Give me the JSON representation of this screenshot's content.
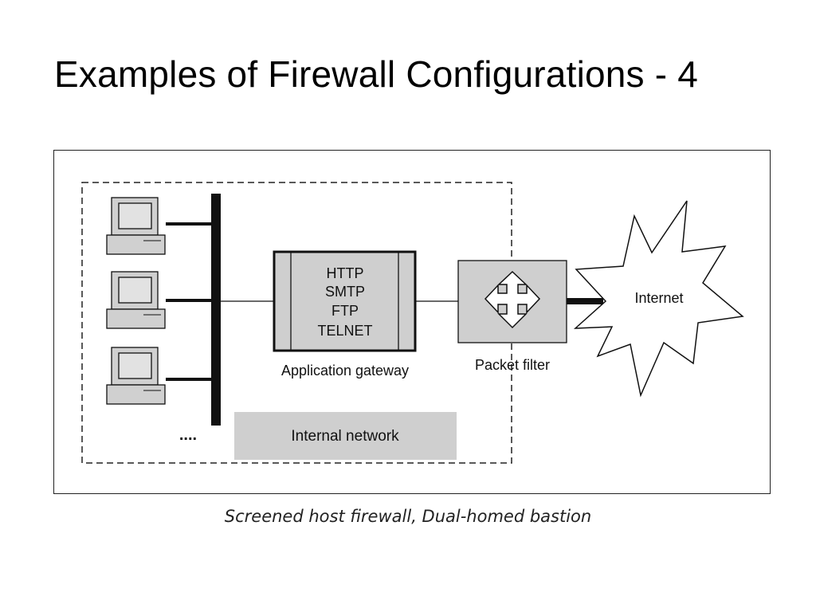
{
  "title": "Examples of Firewall Configurations - 4",
  "diagram": {
    "gateway_protocols": [
      "HTTP",
      "SMTP",
      "FTP",
      "TELNET"
    ],
    "gateway_label": "Application gateway",
    "packet_filter_label": "Packet filter",
    "internet_label": "Internet",
    "internal_network_label": "Internal network",
    "more_hosts_label": "....",
    "computer_count": 3
  },
  "caption": "Screened host firewall, Dual-homed bastion",
  "colors": {
    "box_fill": "#cfcfcf",
    "monitor_fill": "#d0d0d0",
    "stroke": "#111111"
  }
}
